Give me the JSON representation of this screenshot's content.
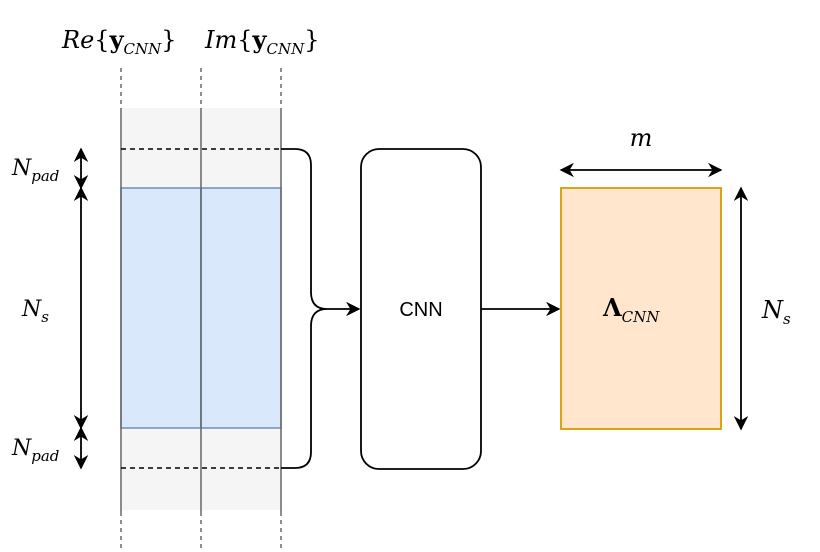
{
  "labels": {
    "re_prefix": "Re",
    "im_prefix": "Im",
    "y_symbol": "y",
    "cnn_sub": "CNN",
    "n_pad_main": "N",
    "n_pad_sub": "pad",
    "n_s_main": "N",
    "n_s_sub": "s",
    "cnn_block": "CNN",
    "m_label": "m",
    "lambda_symbol": "Λ",
    "lambda_sub": "CNN"
  },
  "colors": {
    "pad_fill": "#f5f5f5",
    "signal_fill": "#dae8fc",
    "signal_stroke": "#6c8ebf",
    "output_fill": "#ffe6cc",
    "output_stroke": "#d79b00",
    "line": "#000000",
    "column_line": "#666666"
  }
}
